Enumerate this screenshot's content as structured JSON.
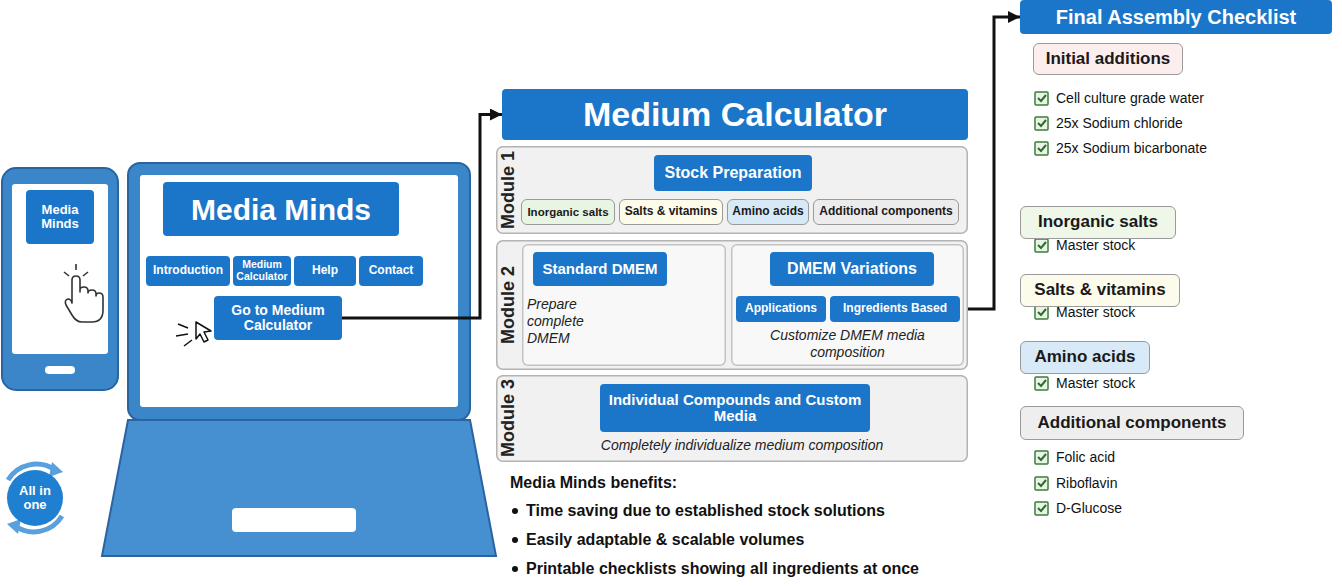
{
  "diagram": {
    "nodes": [
      {
        "text": [
          "Media Minds"
        ]
      },
      {
        "text": [
          "Media Minds"
        ]
      },
      {
        "text": [
          "Introduction"
        ]
      },
      {
        "text": [
          "Medium Calculator"
        ]
      },
      {
        "text": [
          "Help"
        ]
      },
      {
        "text": [
          "Contact"
        ]
      },
      {
        "text": [
          "Go to Medium Calculator"
        ]
      },
      {
        "text": [
          "All in one"
        ]
      },
      {
        "text": [
          "Medium Calculator"
        ]
      },
      {
        "text": [
          "Module 1"
        ]
      },
      {
        "text": [
          "Stock Preparation"
        ],
        "in": 9
      },
      {
        "text": [
          "Inorganic salts"
        ],
        "in": 9
      },
      {
        "text": [
          "Salts & vitamins"
        ],
        "in": 9
      },
      {
        "text": [
          "Amino acids"
        ],
        "in": 9
      },
      {
        "text": [
          "Additional components"
        ],
        "in": 9
      },
      {
        "text": [
          "Module 2"
        ]
      },
      {
        "text": [
          "Prepare complete DMEM"
        ],
        "in": 15
      },
      {
        "text": [
          "Standard DMEM"
        ],
        "in": 16
      },
      {
        "text": [
          "Customize DMEM media composition"
        ],
        "in": 15
      },
      {
        "text": [
          "DMEM Variations"
        ],
        "in": 18
      },
      {
        "text": [
          "Applications"
        ],
        "in": 18
      },
      {
        "text": [
          "Ingredients Based"
        ],
        "in": 18
      },
      {
        "text": [
          "Module 3",
          "Completely individualize medium composition"
        ]
      },
      {
        "text": [
          "Individual Compounds and Custom Media"
        ],
        "in": 22
      },
      {
        "text": [
          "Final Assembly Checklist"
        ]
      },
      {
        "text": [
          "Initial additions"
        ]
      },
      {
        "text": [
          "Inorganic salts"
        ]
      },
      {
        "text": [
          "Salts & vitamins"
        ]
      },
      {
        "text": [
          "Amino acids"
        ]
      },
      {
        "text": [
          "Additional components"
        ]
      }
    ],
    "edges": [
      {
        "from": 6,
        "to": 8,
        "arrow": "to"
      },
      {
        "from": 21,
        "to": 24,
        "arrow": "to"
      }
    ],
    "labels": [
      "Media Minds benefits:",
      "Time saving due to established stock solutions",
      "Easily adaptable & scalable volumes",
      "Printable checklists showing all ingredients at once",
      "Cell culture grade water",
      "25x Sodium chloride",
      "25x Sodium bicarbonate",
      "Master stock",
      "Master stock",
      "Master stock",
      "Folic acid",
      "Riboflavin",
      "D-Glucose"
    ]
  }
}
